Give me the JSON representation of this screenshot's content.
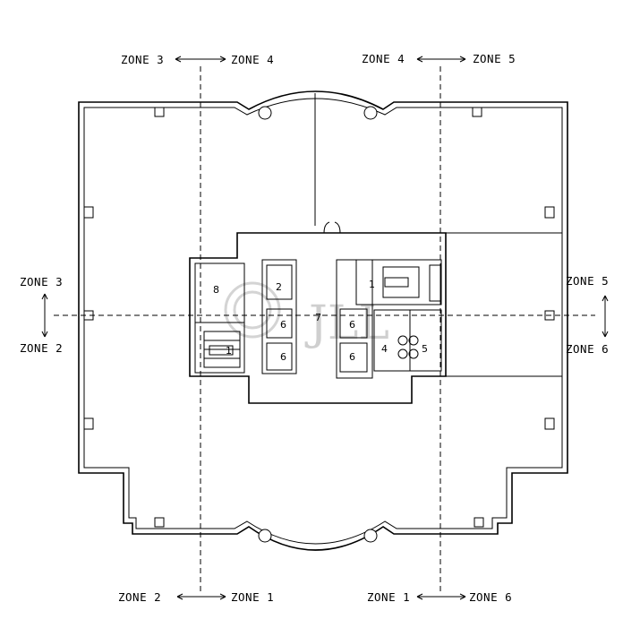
{
  "zones": {
    "top_left": {
      "left": "ZONE 3",
      "right": "ZONE 4"
    },
    "top_right": {
      "left": "ZONE 4",
      "right": "ZONE 5"
    },
    "bottom_left": {
      "left": "ZONE 2",
      "right": "ZONE 1"
    },
    "bottom_right": {
      "left": "ZONE 1",
      "right": "ZONE 6"
    },
    "left_side": {
      "upper": "ZONE 3",
      "lower": "ZONE 2"
    },
    "right_side": {
      "upper": "ZONE 5",
      "lower": "ZONE 6"
    }
  },
  "rooms": {
    "r8": "8",
    "r2": "2",
    "r6a": "6",
    "r6b": "6",
    "r7": "7",
    "r6c": "6",
    "r6d": "6",
    "r1": "1",
    "r4": "4",
    "r5": "5",
    "r1b": "1"
  },
  "watermark": {
    "text": "JLL"
  },
  "colors": {
    "line": "#000000",
    "background": "#ffffff",
    "watermark": "#cfcfcf"
  }
}
